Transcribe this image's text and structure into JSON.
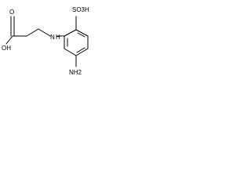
{
  "structure": {
    "atoms": {
      "carboxyl_o_top": "O",
      "carboxyl_oh": "OH",
      "amine_nh": "N",
      "amine_h": "H",
      "sulfonic_so3h": "SO3H",
      "amino_nh2": "NH2"
    }
  },
  "colors": {
    "line": "#000000",
    "background": "#ffffff"
  }
}
